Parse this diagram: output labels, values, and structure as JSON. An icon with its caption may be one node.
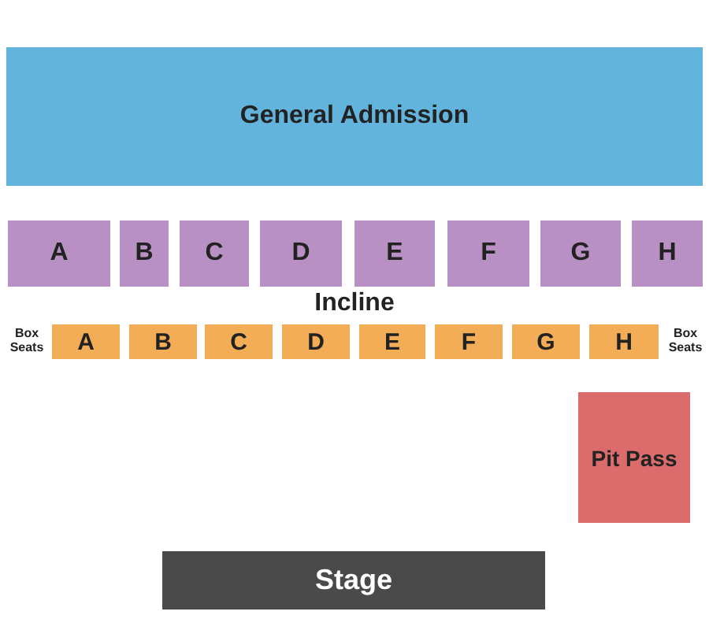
{
  "diagram": {
    "nodes": [
      {
        "text": [
          "General Admission"
        ]
      },
      {
        "text": [
          "A"
        ]
      },
      {
        "text": [
          "B"
        ]
      },
      {
        "text": [
          "C"
        ]
      },
      {
        "text": [
          "D"
        ]
      },
      {
        "text": [
          "E"
        ]
      },
      {
        "text": [
          "F"
        ]
      },
      {
        "text": [
          "G"
        ]
      },
      {
        "text": [
          "H"
        ]
      },
      {
        "text": [
          "A"
        ]
      },
      {
        "text": [
          "B"
        ]
      },
      {
        "text": [
          "C"
        ]
      },
      {
        "text": [
          "D"
        ]
      },
      {
        "text": [
          "E"
        ]
      },
      {
        "text": [
          "F"
        ]
      },
      {
        "text": [
          "G"
        ]
      },
      {
        "text": [
          "H"
        ]
      },
      {
        "text": [
          "Pit Pass"
        ]
      },
      {
        "text": [
          "Stage"
        ]
      }
    ],
    "labels": [
      "Box Seats",
      "Incline",
      "Box Seats"
    ]
  }
}
